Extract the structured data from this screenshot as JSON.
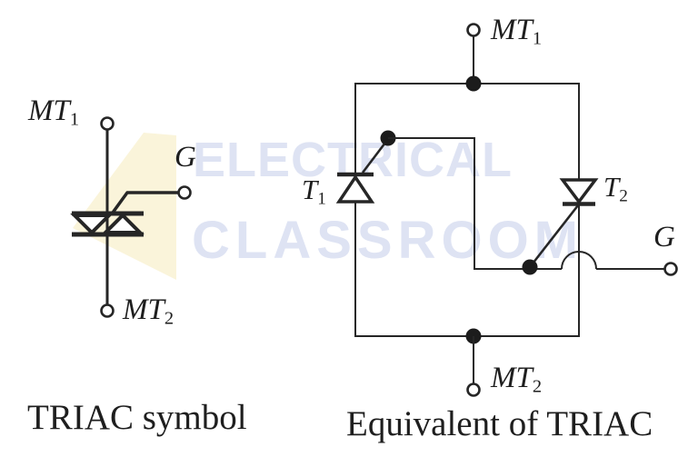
{
  "colors": {
    "line": "#262626",
    "background": "#ffffff",
    "watermark_text": "#dee3f3",
    "watermark_shape": "#faf4da"
  },
  "watermark": {
    "line1": "ELECTRICAL",
    "line2": "CLASSROOM"
  },
  "triac_symbol": {
    "caption": "TRIAC symbol",
    "mt1": {
      "main": "MT",
      "sub": "1"
    },
    "mt2": {
      "main": "MT",
      "sub": "2"
    },
    "gate": "G"
  },
  "equivalent_circuit": {
    "caption": "Equivalent of TRIAC",
    "mt1": {
      "main": "MT",
      "sub": "1"
    },
    "mt2": {
      "main": "MT",
      "sub": "2"
    },
    "gate": "G",
    "t1": {
      "main": "T",
      "sub": "1"
    },
    "t2": {
      "main": "T",
      "sub": "2"
    }
  }
}
